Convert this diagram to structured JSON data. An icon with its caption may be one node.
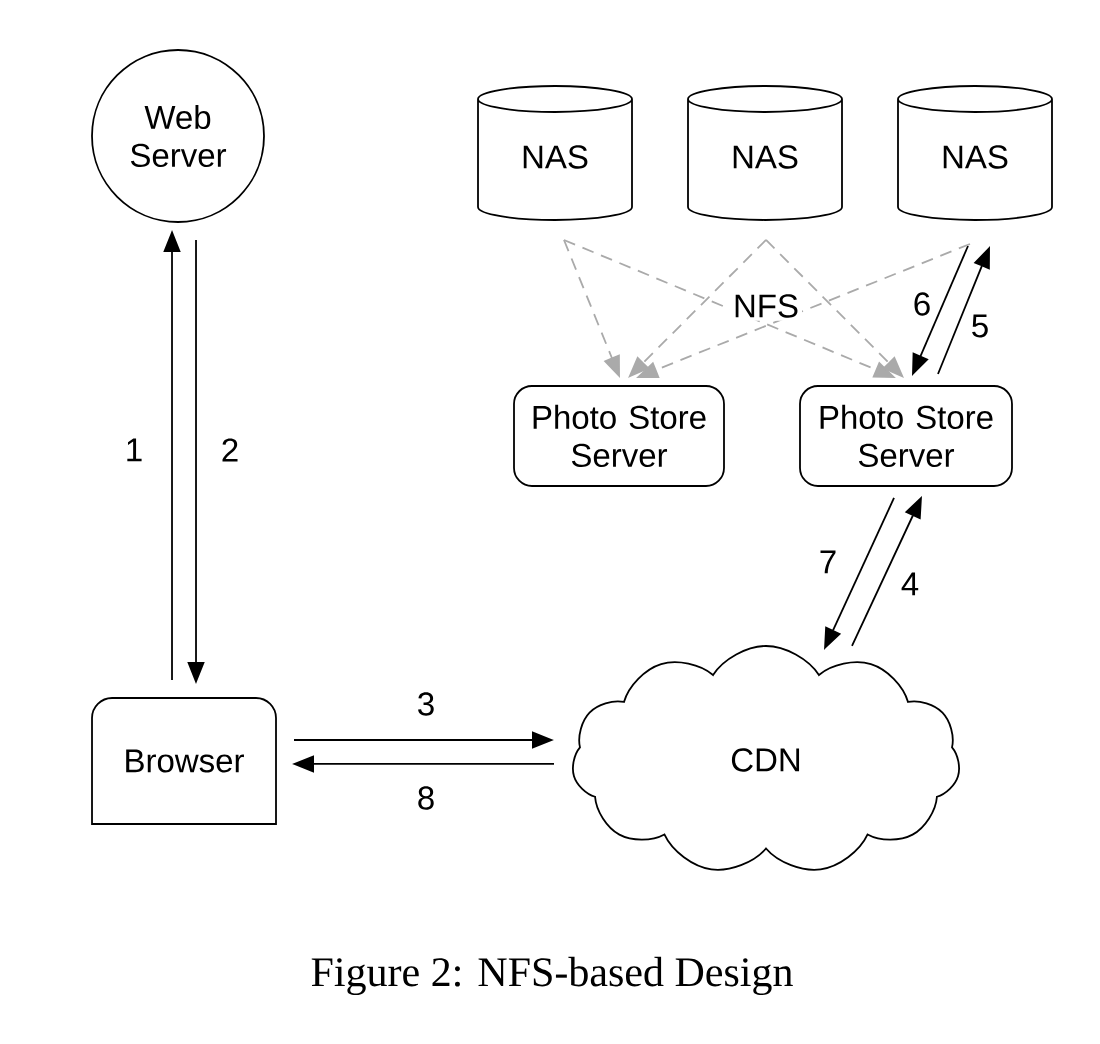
{
  "diagram": {
    "caption": "Figure 2: NFS-based Design",
    "nodes": [
      {
        "text": [
          "Web Server"
        ]
      },
      {
        "text": [
          "NAS"
        ]
      },
      {
        "text": [
          "NAS"
        ]
      },
      {
        "text": [
          "NAS"
        ]
      },
      {
        "text": [
          "Photo Store Server"
        ]
      },
      {
        "text": [
          "Photo Store Server"
        ]
      },
      {
        "text": [
          "Browser"
        ]
      },
      {
        "text": [
          "CDN"
        ]
      }
    ],
    "edges": [
      {
        "from": 6,
        "to": 0,
        "arrow": "to",
        "label": "1"
      },
      {
        "from": 0,
        "to": 6,
        "arrow": "to",
        "label": "2"
      },
      {
        "from": 6,
        "to": 7,
        "arrow": "to",
        "label": "3"
      },
      {
        "from": 7,
        "to": 5,
        "arrow": "to",
        "label": "4"
      },
      {
        "from": 5,
        "to": 3,
        "arrow": "to",
        "label": "5"
      },
      {
        "from": 3,
        "to": 5,
        "arrow": "to",
        "label": "6"
      },
      {
        "from": 5,
        "to": 7,
        "arrow": "to",
        "label": "7"
      },
      {
        "from": 7,
        "to": 6,
        "arrow": "to",
        "label": "8"
      },
      {
        "from": 1,
        "to": 4,
        "arrow": "to",
        "style": "dashed",
        "color": "#aaaaaa"
      },
      {
        "from": 1,
        "to": 5,
        "arrow": "to",
        "style": "dashed",
        "color": "#aaaaaa"
      },
      {
        "from": 2,
        "to": 4,
        "arrow": "to",
        "style": "dashed",
        "color": "#aaaaaa"
      },
      {
        "from": 2,
        "to": 5,
        "arrow": "to",
        "style": "dashed",
        "color": "#aaaaaa"
      },
      {
        "from": 3,
        "to": 4,
        "arrow": "to",
        "style": "dashed",
        "color": "#aaaaaa"
      }
    ],
    "labels": [
      "NFS"
    ]
  }
}
